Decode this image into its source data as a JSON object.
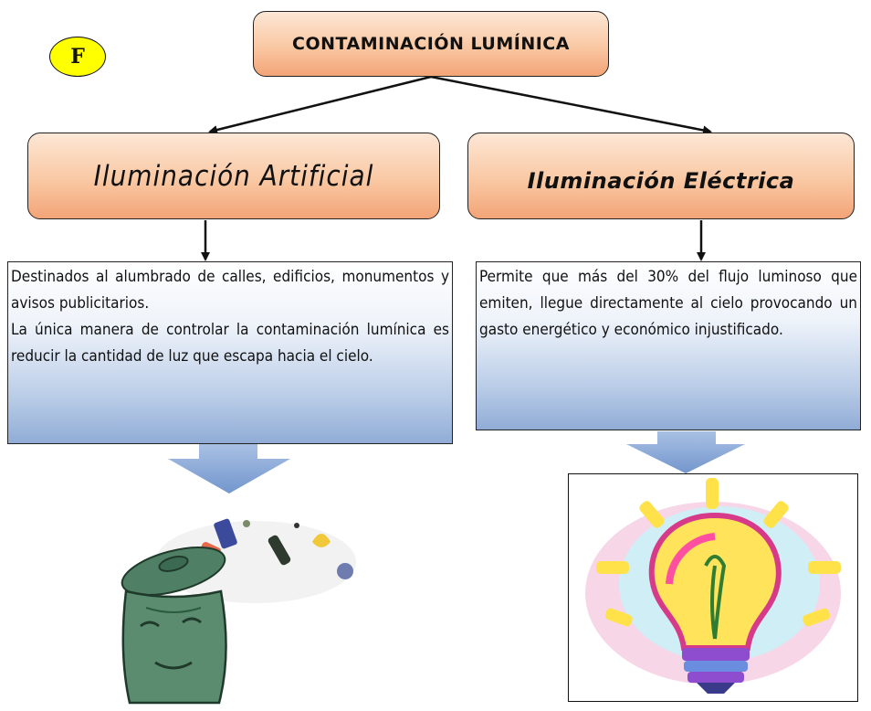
{
  "badge": "F",
  "title": "CONTAMINACIÓN LUMÍNICA",
  "left": {
    "heading": "Iluminación Artificial",
    "paragraphs": [
      "Destinados al alumbrado de calles, edificios, monumentos y avisos publicitarios.",
      "La única manera de controlar la contaminación lumínica es reducir la cantidad de luz que escapa hacia el cielo."
    ]
  },
  "right": {
    "heading": "Iluminación Eléctrica",
    "paragraphs": [
      "Permite que más del 30% del flujo luminoso que emiten, llegue directamente al cielo provocando un gasto energético y económico injustificado."
    ]
  },
  "colors": {
    "peach_top": "#fde7d6",
    "peach_bottom": "#f3a477",
    "blue_bottom": "#90acd6",
    "arrow_blue": "#7f9fd0",
    "badge_yellow": "#ffff00"
  }
}
